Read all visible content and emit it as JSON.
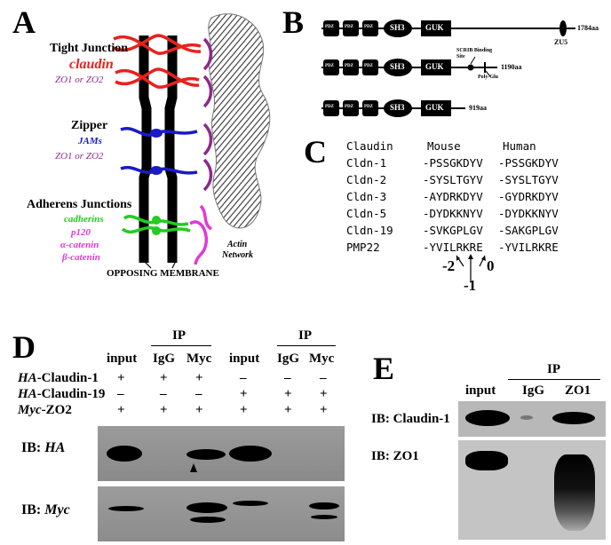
{
  "panels": {
    "a": "A",
    "b": "B",
    "c": "C",
    "d": "D",
    "e": "E"
  },
  "panel_a": {
    "tight_junction": "Tight Junction",
    "claudin": "claudin",
    "zo1_or_zo2_top": "ZO1 or ZO2",
    "zipper": "Zipper",
    "jams": "JAMs",
    "zo1_or_zo2_mid": "ZO1 or ZO2",
    "adherens_junctions": "Adherens Junctions",
    "cadherins": "cadherins",
    "p120": "p120",
    "alpha_catenin": "α-catenin",
    "beta_catenin": "β-catenin",
    "actin_network_1": "Actin",
    "actin_network_2": "Network",
    "opposing_membrane": "OPPOSING MEMBRANE",
    "colors": {
      "claudin": "#e8221c",
      "zo": "#8b2a8b",
      "jams": "#1a1ac8",
      "cadherins": "#22cc22",
      "catenins": "#e03ad6"
    }
  },
  "panel_b": {
    "pdz": "PDZ",
    "sh3": "SH3",
    "guk": "GUK",
    "zu5": "ZU5",
    "len1": "1784aa",
    "scrib_site_1": "SCRIB Binding",
    "scrib_site_2": "Site",
    "poly_glu": "Poly-Glu",
    "len2": "1190aa",
    "len3": "919aa"
  },
  "panel_c": {
    "headers": [
      "Claudin",
      "Mouse",
      "Human"
    ],
    "rows": [
      [
        "Cldn-1",
        "-PSSGKDYV",
        "-PSSGKDYV"
      ],
      [
        "Cldn-2",
        "-SYSLTGYV",
        "-SYSLTGYV"
      ],
      [
        "Cldn-3",
        "-AYDRKDYV",
        "-GYDRKDYV"
      ],
      [
        "Cldn-5",
        "-DYDKKNYV",
        "-DYDKKNYV"
      ],
      [
        "Cldn-19",
        "-SVKGPLGV",
        "-SAKGPLGV"
      ],
      [
        "PMP22",
        "-YVILRKRE",
        "-YVILRKRE"
      ]
    ],
    "positions": [
      "-2",
      "-1",
      "0"
    ]
  },
  "panel_d": {
    "ip": "IP",
    "lanes": [
      "input",
      "IgG",
      "Myc",
      "input",
      "IgG",
      "Myc"
    ],
    "rows": [
      {
        "tag": "HA",
        "label": "-Claudin-1",
        "signs": [
          "+",
          "+",
          "+",
          "–",
          "–",
          "–"
        ]
      },
      {
        "tag": "HA",
        "label": "-Claudin-19",
        "signs": [
          "–",
          "–",
          "–",
          "+",
          "+",
          "+"
        ]
      },
      {
        "tag": "Myc",
        "label": "-ZO2",
        "signs": [
          "+",
          "+",
          "+",
          "+",
          "+",
          "+"
        ]
      }
    ],
    "blot1_label_prefix": "IB: ",
    "blot1_label_tag": "HA",
    "blot2_label_prefix": "IB: ",
    "blot2_label_tag": "Myc"
  },
  "panel_e": {
    "ip": "IP",
    "lanes": [
      "input",
      "IgG",
      "ZO1"
    ],
    "blot1_label": "IB: Claudin-1",
    "blot2_label": "IB: ZO1"
  }
}
